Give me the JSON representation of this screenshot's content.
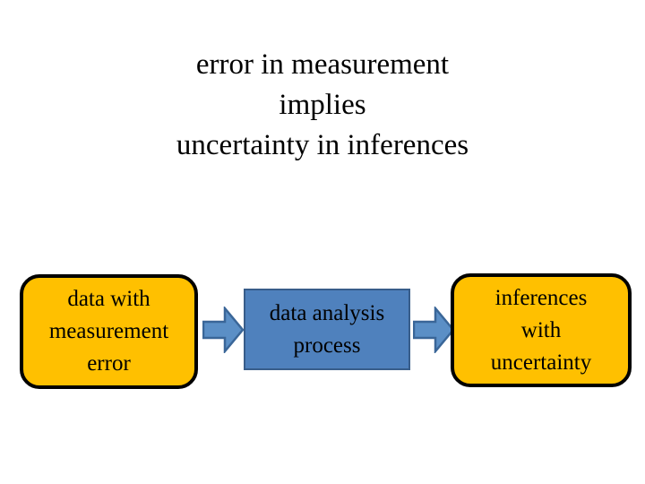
{
  "slide": {
    "background_color": "#FFFFFF",
    "title": {
      "lines": [
        "error in measurement",
        "implies",
        "uncertainty in inferences"
      ],
      "color": "#000000"
    },
    "diagram": {
      "type": "flow",
      "colors": {
        "amber_fill": "#FFC000",
        "amber_border": "#000000",
        "blue_fill": "#4F81BD",
        "blue_border": "#385D8A",
        "arrow_fill": "#5B8FC6",
        "arrow_border": "#3A6698",
        "text": "#000000"
      },
      "nodes": [
        {
          "id": "source",
          "shape": "rounded-rectangle",
          "fill": "#FFC000",
          "lines": [
            "data with",
            "measurement",
            "error"
          ]
        },
        {
          "id": "process",
          "shape": "rectangle",
          "fill": "#4F81BD",
          "lines": [
            "data analysis",
            "process"
          ]
        },
        {
          "id": "result",
          "shape": "rounded-rectangle",
          "fill": "#FFC000",
          "lines": [
            "inferences",
            "with",
            "uncertainty"
          ]
        }
      ],
      "connectors": [
        {
          "id": "arrow-one",
          "from": "source",
          "to": "process",
          "direction": "right"
        },
        {
          "id": "arrow-two",
          "from": "process",
          "to": "result",
          "direction": "right"
        }
      ]
    }
  }
}
